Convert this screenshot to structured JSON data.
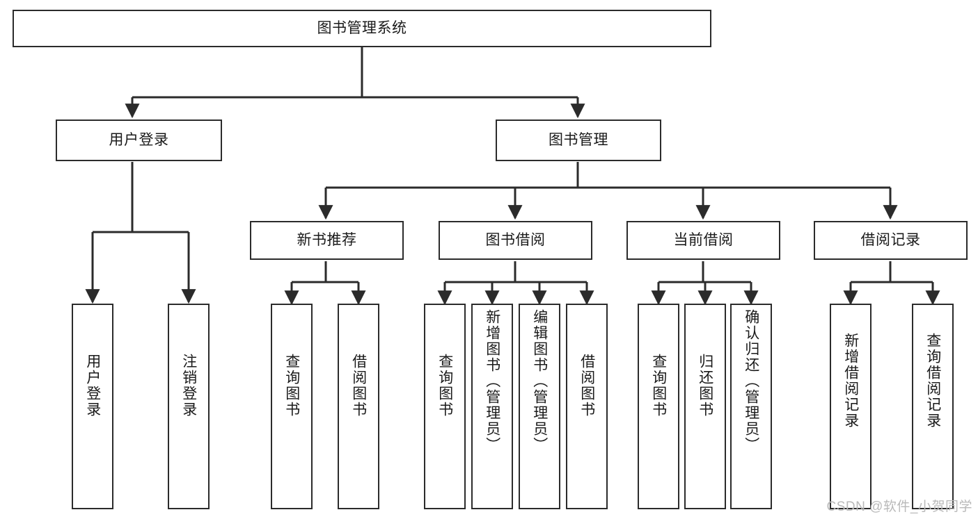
{
  "diagram": {
    "type": "tree-hierarchy-chart",
    "title": "图书管理系统",
    "watermark": "CSDN @软件_小贺同学",
    "colors": {
      "box_border": "#2b2b2b",
      "connector": "#2b2b2b",
      "background": "#ffffff",
      "text": "#1a1a1a",
      "watermark": "#b9b9b9"
    },
    "levels": {
      "root": {
        "label": "图书管理系统"
      },
      "level2": [
        {
          "id": "user-login",
          "label": "用户登录"
        },
        {
          "id": "book-management",
          "label": "图书管理"
        }
      ],
      "level3": [
        {
          "id": "new-book-recommend",
          "label": "新书推荐",
          "parent": "book-management"
        },
        {
          "id": "book-borrow",
          "label": "图书借阅",
          "parent": "book-management"
        },
        {
          "id": "current-borrow",
          "label": "当前借阅",
          "parent": "book-management"
        },
        {
          "id": "borrow-record",
          "label": "借阅记录",
          "parent": "book-management"
        }
      ],
      "leaves": [
        {
          "id": "leaf-user-login",
          "label": "用户登录",
          "parent": "user-login"
        },
        {
          "id": "leaf-logout-login",
          "label": "注销登录",
          "parent": "user-login"
        },
        {
          "id": "leaf-query-book-1",
          "label": "查询图书",
          "parent": "new-book-recommend"
        },
        {
          "id": "leaf-borrow-book-1",
          "label": "借阅图书",
          "parent": "new-book-recommend"
        },
        {
          "id": "leaf-query-book-2",
          "label": "查询图书",
          "parent": "book-borrow"
        },
        {
          "id": "leaf-add-book",
          "label": "新增图书（管理员）",
          "parent": "book-borrow"
        },
        {
          "id": "leaf-edit-book",
          "label": "编辑图书（管理员）",
          "parent": "book-borrow"
        },
        {
          "id": "leaf-borrow-book-2",
          "label": "借阅图书",
          "parent": "book-borrow"
        },
        {
          "id": "leaf-query-book-3",
          "label": "查询图书",
          "parent": "current-borrow"
        },
        {
          "id": "leaf-return-book",
          "label": "归还图书",
          "parent": "current-borrow"
        },
        {
          "id": "leaf-confirm-return",
          "label": "确认归还（管理员）",
          "parent": "current-borrow"
        },
        {
          "id": "leaf-add-record",
          "label": "新增借阅记录",
          "parent": "borrow-record"
        },
        {
          "id": "leaf-query-record",
          "label": "查询借阅记录",
          "parent": "borrow-record"
        }
      ]
    }
  }
}
